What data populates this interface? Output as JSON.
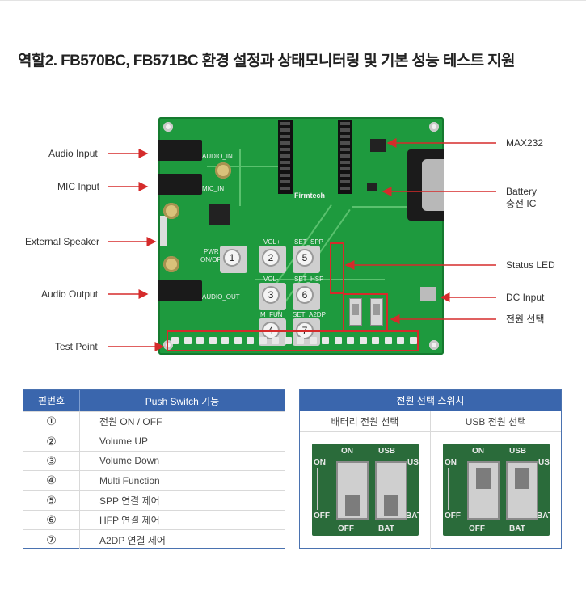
{
  "title": "역할2. FB570BC, FB571BC 환경 설정과 상태모니터링 및 기본 성능 테스트 지원",
  "labels_left": {
    "audio_input": "Audio Input",
    "mic_input": "MIC Input",
    "external_speaker": "External Speaker",
    "audio_output": "Audio Output",
    "test_point": "Test Point"
  },
  "labels_right": {
    "max232": "MAX232",
    "battery_line1": "Battery",
    "battery_line2": "충전 IC",
    "status_led": "Status LED",
    "dc_input": "DC Input",
    "power_select": "전원 선택"
  },
  "board_silk": {
    "pwr": "PWR",
    "on_off": "ON/OFF",
    "vol_up": "VOL+",
    "vol_down": "VOL-",
    "m_fun": "M_FUN",
    "set_spp": "SET_SPP",
    "set_hsp": "SET_HSP",
    "set_a2dp": "SET_A2DP",
    "audio_in": "AUDIO_IN",
    "mic_in": "MIC_IN",
    "audio_out": "AUDIO_OUT",
    "brand": "Firmtech"
  },
  "buttons": [
    "1",
    "2",
    "3",
    "4",
    "5",
    "6",
    "7"
  ],
  "push_table": {
    "header_pin": "핀번호",
    "header_func": "Push Switch 기능",
    "rows": [
      {
        "pin": "①",
        "func": "전원 ON / OFF"
      },
      {
        "pin": "②",
        "func": "Volume UP"
      },
      {
        "pin": "③",
        "func": "Volume Down"
      },
      {
        "pin": "④",
        "func": "Multi Function"
      },
      {
        "pin": "⑤",
        "func": "SPP 연결 제어"
      },
      {
        "pin": "⑥",
        "func": "HFP 연결 제어"
      },
      {
        "pin": "⑦",
        "func": "A2DP 연결 제어"
      }
    ]
  },
  "power_table": {
    "header": "전원 선택 스위치",
    "battery_select": "배터리 전원 선택",
    "usb_select": "USB 전원 선택",
    "photo_labels": {
      "on": "ON",
      "off": "OFF",
      "usb": "USB",
      "bat": "BAT"
    }
  },
  "colors": {
    "accent_blue": "#3a66ad",
    "pcb_green": "#1e9a3e",
    "highlight_red": "#d52b2b"
  }
}
